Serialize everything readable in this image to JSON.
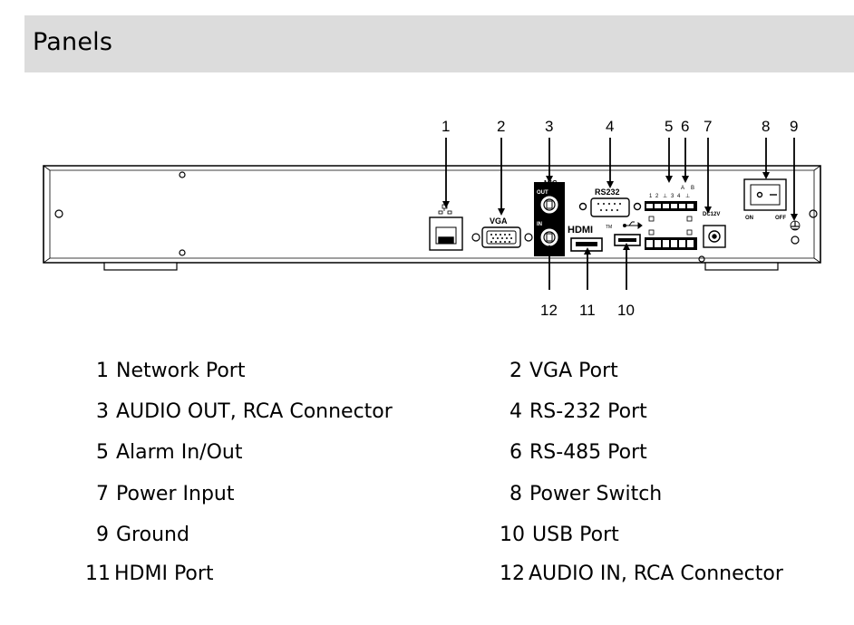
{
  "header": {
    "title": "Panels"
  },
  "callouts": [
    "1",
    "2",
    "3",
    "4",
    "5",
    "6",
    "7",
    "8",
    "9",
    "12",
    "11",
    "10"
  ],
  "panel_labels": {
    "vga": "VGA",
    "mic": "MIC",
    "out": "OUT",
    "in": "IN",
    "rs232": "RS232",
    "hdmi": "HDMI",
    "tm": "TM",
    "dc12v": "DC12V",
    "on": "ON",
    "off": "OFF",
    "alarm_top": [
      "1",
      "2",
      "⊥",
      "3",
      "4",
      "⊥"
    ],
    "ab": [
      "A",
      "B"
    ]
  },
  "legend": [
    {
      "num": "1",
      "label": "Network Port"
    },
    {
      "num": "2",
      "label": "VGA Port"
    },
    {
      "num": "3",
      "label": "AUDIO OUT, RCA Connector"
    },
    {
      "num": "4",
      "label": "RS-232 Port"
    },
    {
      "num": "5",
      "label": "Alarm In/Out"
    },
    {
      "num": "6",
      "label": "RS-485 Port"
    },
    {
      "num": "7",
      "label": "Power Input"
    },
    {
      "num": "8",
      "label": "Power Switch"
    },
    {
      "num": "9",
      "label": "Ground"
    },
    {
      "num": "10",
      "label": "USB Port"
    },
    {
      "num": "11",
      "label": "HDMI Port"
    },
    {
      "num": "12",
      "label": "AUDIO IN, RCA Connector"
    }
  ]
}
